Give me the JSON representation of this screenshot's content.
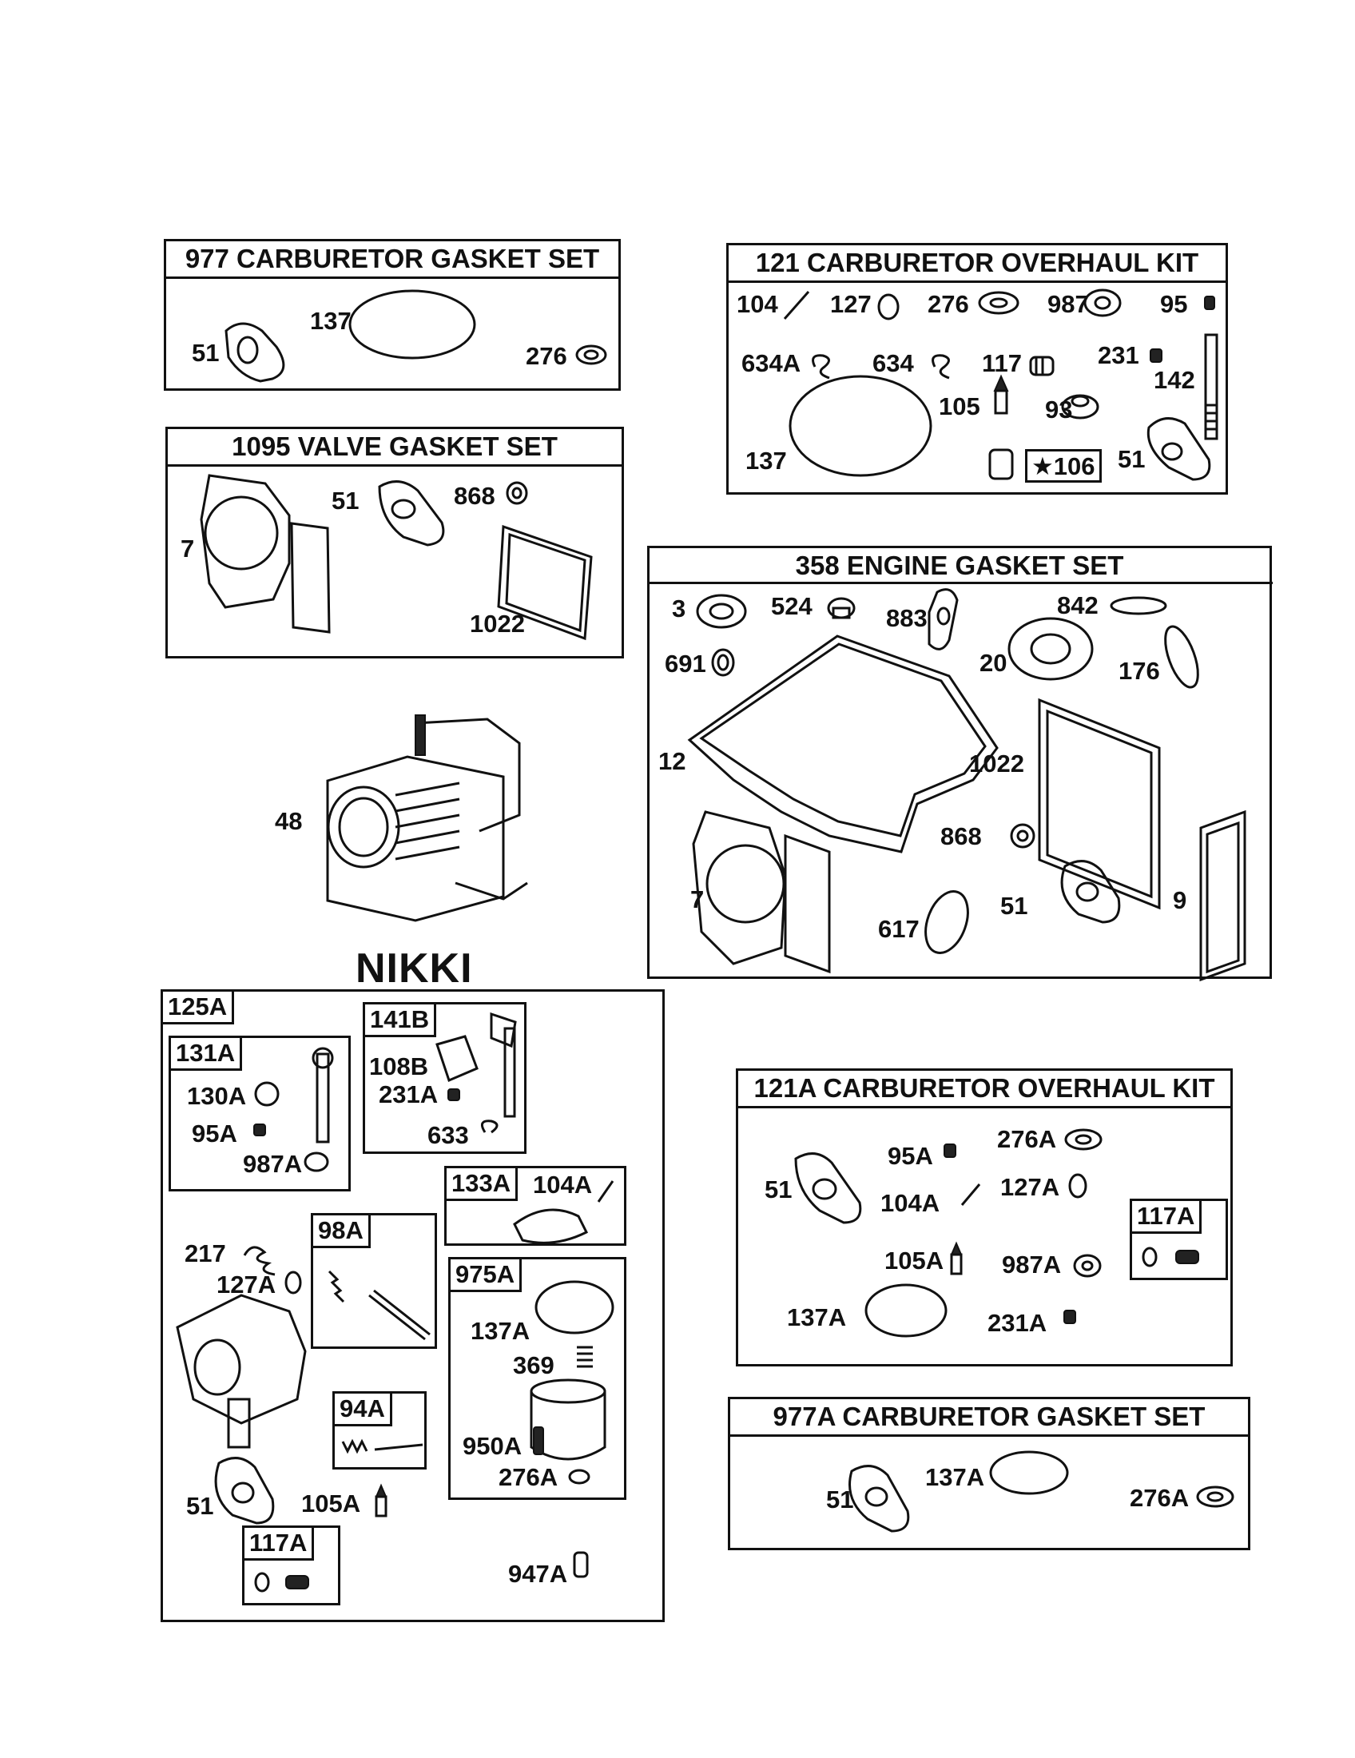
{
  "kits": {
    "k977": {
      "title": "977 CARBURETOR GASKET SET",
      "labels": {
        "p51": "51",
        "p137": "137",
        "p276": "276"
      }
    },
    "k1095": {
      "title": "1095 VALVE GASKET SET",
      "labels": {
        "p7": "7",
        "p51": "51",
        "p868": "868",
        "p1022": "1022"
      }
    },
    "k121": {
      "title": "121 CARBURETOR OVERHAUL KIT",
      "labels": {
        "p104": "104",
        "p127": "127",
        "p276": "276",
        "p987": "987",
        "p95": "95",
        "p634a": "634A",
        "p634": "634",
        "p117": "117",
        "p231": "231",
        "p142": "142",
        "p105": "105",
        "p93": "93",
        "p137": "137",
        "p106": "★106",
        "p51": "51"
      }
    },
    "k358": {
      "title": "358 ENGINE GASKET SET",
      "labels": {
        "p3": "3",
        "p524": "524",
        "p883": "883",
        "p842": "842",
        "p691": "691",
        "p20": "20",
        "p176": "176",
        "p12": "12",
        "p1022": "1022",
        "p868": "868",
        "p7": "7",
        "p617": "617",
        "p51": "51",
        "p9": "9"
      }
    },
    "k121a": {
      "title": "121A CARBURETOR OVERHAUL KIT",
      "labels": {
        "p95a": "95A",
        "p276a": "276A",
        "p51": "51",
        "p104a": "104A",
        "p127a": "127A",
        "p117a": "117A",
        "p105a": "105A",
        "p987a": "987A",
        "p137a": "137A",
        "p231a": "231A"
      }
    },
    "k977a": {
      "title": "977A CARBURETOR GASKET SET",
      "labels": {
        "p51": "51",
        "p137a": "137A",
        "p276a": "276A"
      }
    }
  },
  "engine": {
    "label": "48"
  },
  "nikki": {
    "heading": "NIKKI",
    "tags": {
      "t125a": "125A",
      "t131a": "131A",
      "t141b": "141B",
      "t133a": "133A",
      "t98a": "98A",
      "t975a": "975A",
      "t94a": "94A",
      "t117a": "117A"
    },
    "labels": {
      "p130a": "130A",
      "p95a": "95A",
      "p987a": "987A",
      "p108b": "108B",
      "p231a": "231A",
      "p633": "633",
      "p104a": "104A",
      "p217": "217",
      "p127a": "127A",
      "p137a": "137A",
      "p369": "369",
      "p950a": "950A",
      "p276a": "276A",
      "p51": "51",
      "p105a": "105A",
      "p947a": "947A"
    }
  }
}
